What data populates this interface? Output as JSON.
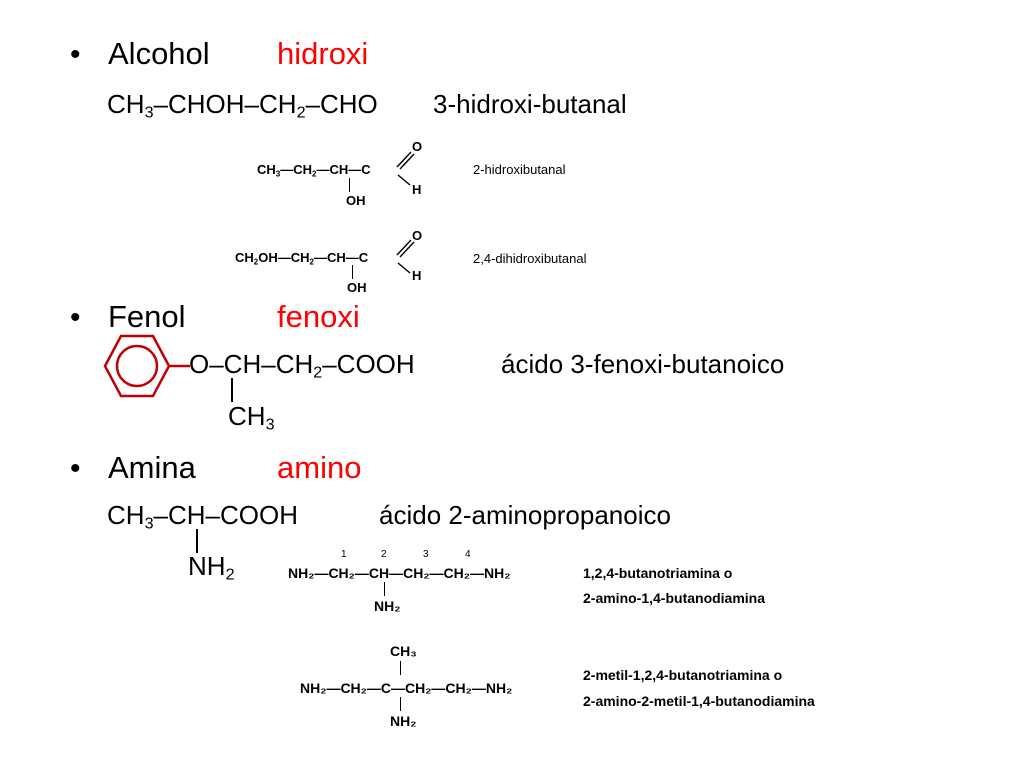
{
  "bullet_char": "•",
  "sections": [
    {
      "label": "Alcohol",
      "prefix": "hidroxi",
      "formula_parts": [
        "CH",
        "3",
        "–CHOH–CH",
        "2",
        "–CHO"
      ],
      "formula_name": "3-hidroxi-butanal"
    },
    {
      "label": "Fenol",
      "prefix": "fenoxi",
      "formula_parts": [
        "O–CH–CH",
        "2",
        "–COOH"
      ],
      "formula_name": "ácido 3-fenoxi-butanoico",
      "substituent_parts": [
        "CH",
        "3"
      ]
    },
    {
      "label": "Amina",
      "prefix": "amino",
      "formula_parts": [
        "CH",
        "3",
        "–CH–COOH"
      ],
      "formula_name": "ácido 2-aminopropanoico",
      "substituent_parts": [
        "NH",
        "2"
      ]
    }
  ],
  "images": {
    "aldehyde1": {
      "chain_parts": [
        "CH",
        "3",
        "—CH",
        "2",
        "—CH—C"
      ],
      "o": "O",
      "h": "H",
      "oh": "OH",
      "name": "2-hidroxibutanal"
    },
    "aldehyde2": {
      "chain_parts": [
        "CH",
        "2",
        "OH—CH",
        "2",
        "—CH—C"
      ],
      "o": "O",
      "h": "H",
      "oh": "OH",
      "name": "2,4-dihidroxibutanal"
    },
    "amine1": {
      "numbers": [
        "1",
        "2",
        "3",
        "4"
      ],
      "chain": "NH₂—CH₂—CH—CH₂—CH₂—NH₂",
      "substituent": "NH₂",
      "name_line1": "1,2,4-butanotriamina o",
      "name_line2": "2-amino-1,4-butanodiamina"
    },
    "amine2": {
      "top": "CH₃",
      "chain": "NH₂—CH₂—C—CH₂—CH₂—NH₂",
      "substituent": "NH₂",
      "name_line1": "2-metil-1,2,4-butanotriamina o",
      "name_line2": "2-amino-2-metil-1,4-butanodiamina"
    }
  },
  "colors": {
    "accent": "#ff0000",
    "text": "#000000",
    "background": "#ffffff"
  }
}
